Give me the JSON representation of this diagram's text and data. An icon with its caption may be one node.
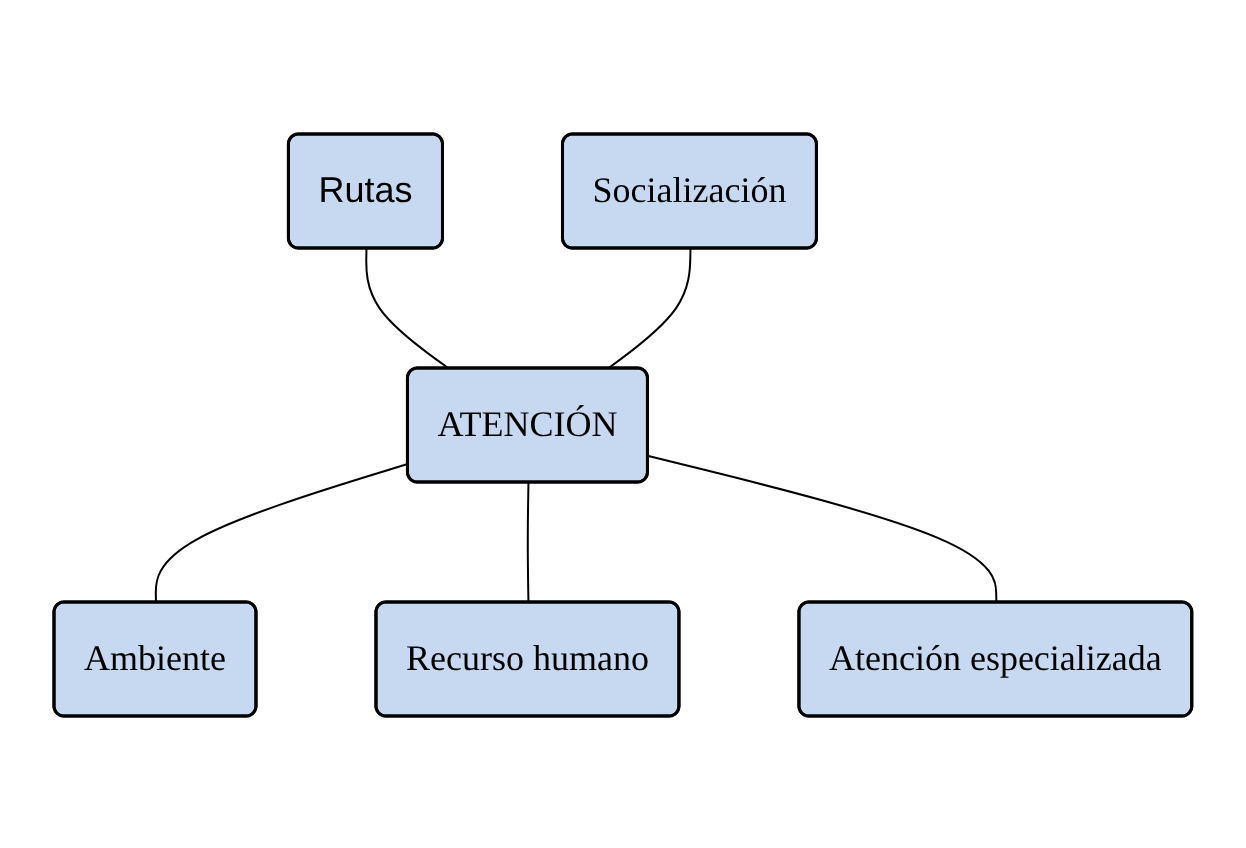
{
  "diagram": {
    "nodes": [
      {
        "text": [
          "Rutas"
        ]
      },
      {
        "text": [
          "Socialización"
        ]
      },
      {
        "text": [
          "ATENCIÓN"
        ]
      },
      {
        "text": [
          "Ambiente"
        ]
      },
      {
        "text": [
          "Recurso humano"
        ]
      },
      {
        "text": [
          "Atención especializada"
        ]
      }
    ],
    "edges": [
      {
        "from": 0,
        "to": 2,
        "arrow": "none"
      },
      {
        "from": 1,
        "to": 2,
        "arrow": "none"
      },
      {
        "from": 2,
        "to": 3,
        "arrow": "none"
      },
      {
        "from": 2,
        "to": 4,
        "arrow": "none"
      },
      {
        "from": 2,
        "to": 5,
        "arrow": "none"
      }
    ]
  }
}
